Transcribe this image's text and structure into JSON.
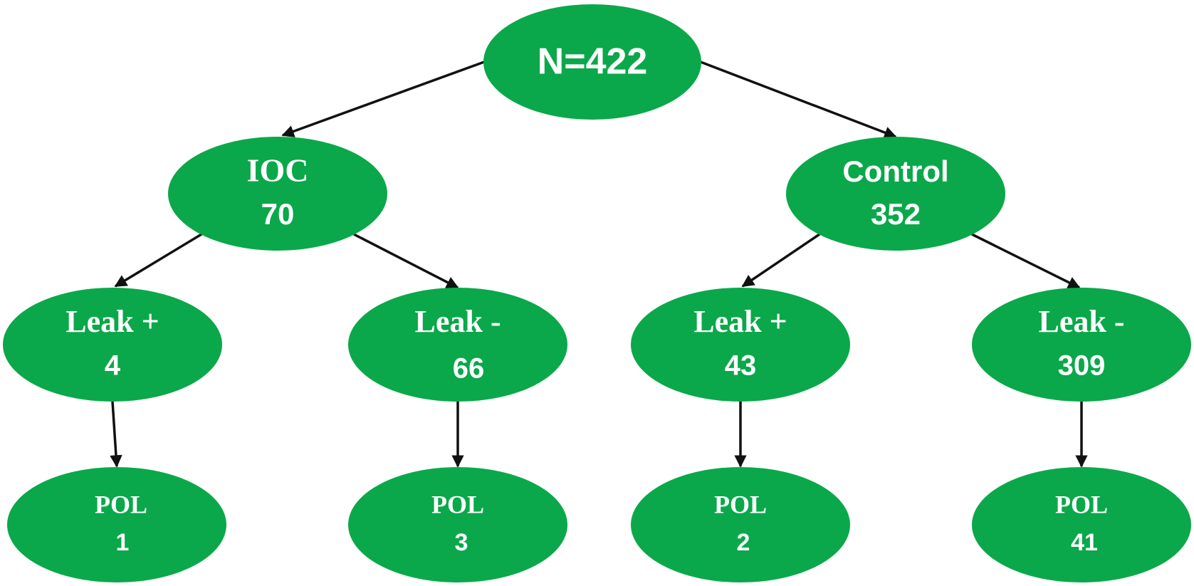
{
  "colors": {
    "node_fill": "#0aa84a",
    "text": "#ffffff",
    "edge": "#111111",
    "background": "#ffffff"
  },
  "tree": {
    "root": {
      "label": "N=422"
    },
    "ioc": {
      "label": "IOC",
      "count": "70"
    },
    "control": {
      "label": "Control",
      "count": "352"
    },
    "ioc_leak_pos": {
      "label": "Leak +",
      "count": "4"
    },
    "ioc_leak_neg": {
      "label": "Leak -",
      "count": "66"
    },
    "control_leak_pos": {
      "label": "Leak +",
      "count": "43"
    },
    "control_leak_neg": {
      "label": "Leak -",
      "count": "309"
    },
    "ioc_leak_pos_pol": {
      "label": "POL",
      "count": "1"
    },
    "ioc_leak_neg_pol": {
      "label": "POL",
      "count": "3"
    },
    "control_leak_pos_pol": {
      "label": "POL",
      "count": "2"
    },
    "control_leak_neg_pol": {
      "label": "POL",
      "count": "41"
    }
  }
}
